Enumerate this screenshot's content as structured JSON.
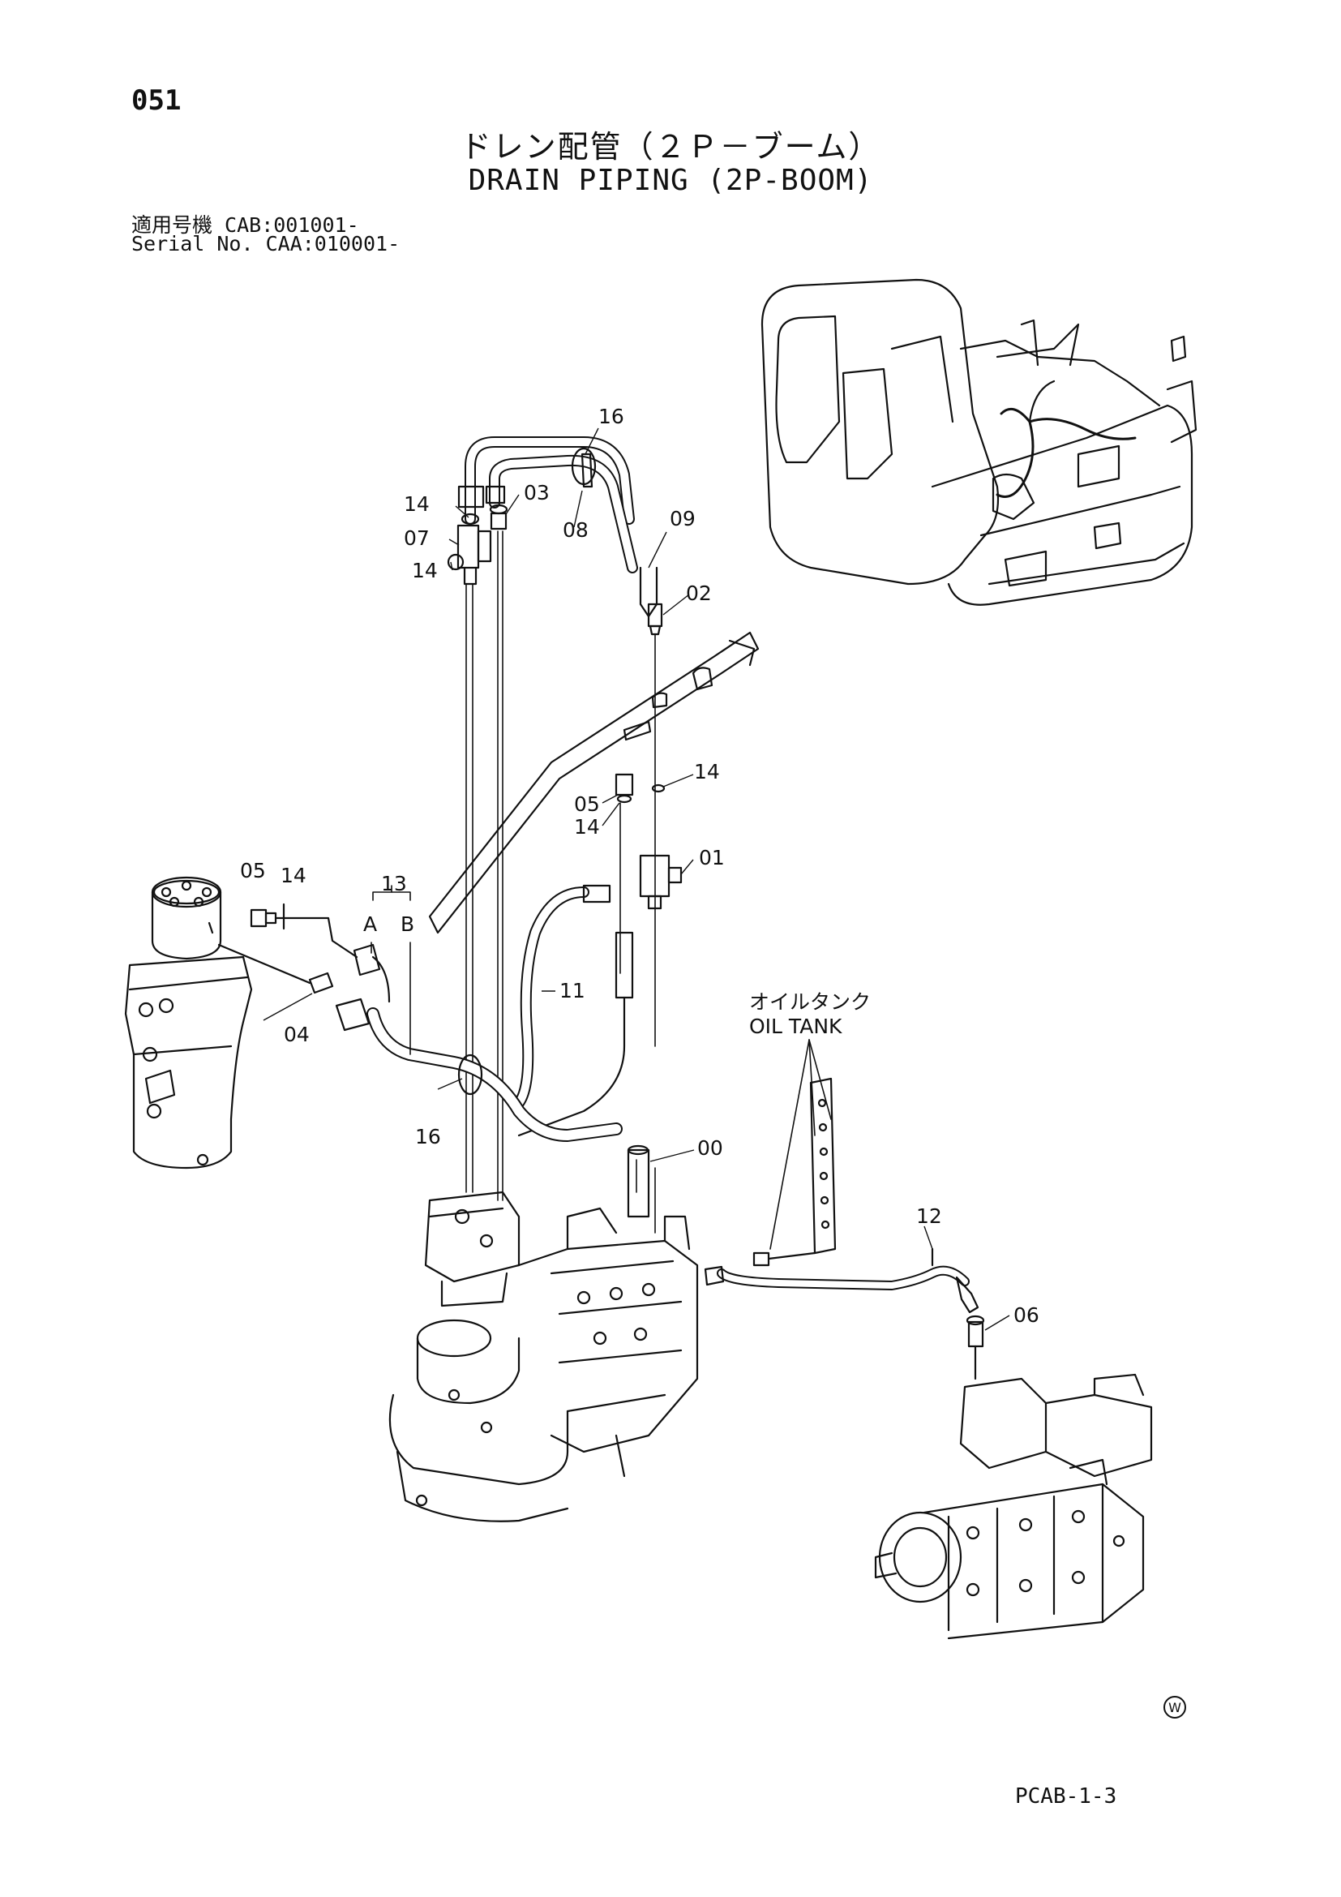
{
  "header": {
    "page_number": "051",
    "title_ja": "ドレン配管（２Ｐ－ブーム）",
    "title_en": "DRAIN PIPING (2P-BOOM)",
    "serial_line_1": "適用号機 CAB:001001-",
    "serial_line_2": "Serial No. CAA:010001-"
  },
  "callouts": {
    "c16_top": "16",
    "c14_a": "14",
    "c03": "03",
    "c07": "07",
    "c08": "08",
    "c09": "09",
    "c14_b": "14",
    "c02": "02",
    "c14_c": "14",
    "c05_a": "05",
    "c14_d": "14",
    "c01": "01",
    "c05_b": "05",
    "c14_e": "14",
    "c13": "13",
    "port_a": "A",
    "port_b": "B",
    "c04": "04",
    "c11": "11",
    "c16_bottom": "16",
    "c00": "00",
    "c12": "12",
    "c06": "06"
  },
  "oil_tank": {
    "label_ja": "オイルタンク",
    "label_en": "OIL TANK"
  },
  "footer": {
    "w_mark": "W",
    "page_code": "PCAB-1-3"
  }
}
